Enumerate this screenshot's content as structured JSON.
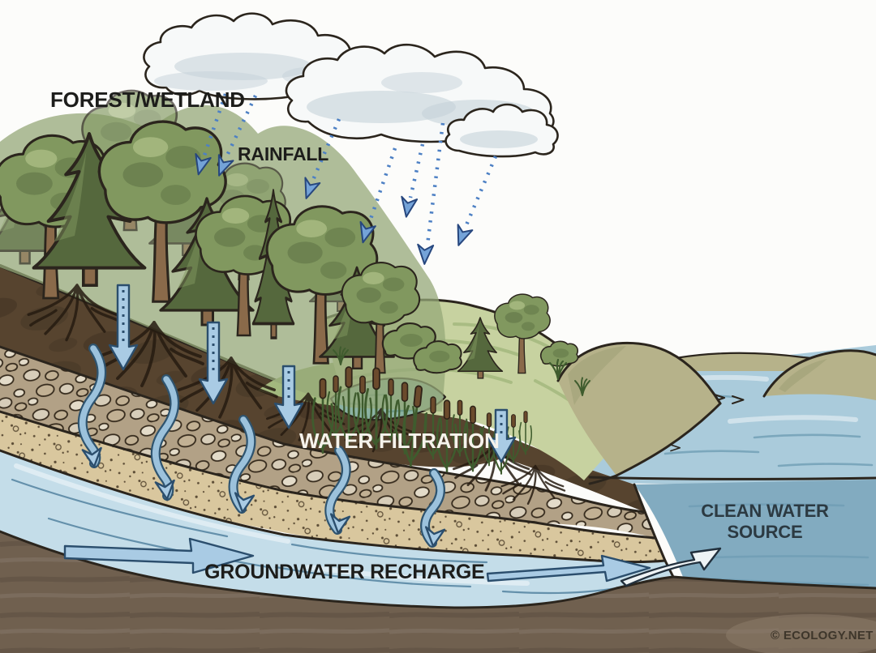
{
  "title": "Forest/Wetland water filtration and groundwater recharge illustration",
  "labels": {
    "forest_wetland": "FOREST/WETLAND",
    "rainfall": "RAINFALL",
    "water_filtration": "WATER FILTRATION",
    "groundwater_recharge": "GROUNDWATER RECHARGE",
    "clean_water_line1": "CLEAN WATER",
    "clean_water_line2": "SOURCE",
    "credit": "© ECOLOGY.NET"
  },
  "scene": {
    "style": "hand-drawn watercolor cross-section",
    "clouds": 3,
    "rainfall_arrow_count": 7,
    "soil_layers": [
      "topsoil with tree roots",
      "gravel",
      "sand",
      "groundwater aquifer",
      "bedrock"
    ],
    "water_bodies": [
      "wetland pond with cattails",
      "lake (clean water source)",
      "groundwater"
    ],
    "flow_sequence": [
      "rainfall",
      "infiltration through forest soil",
      "filtration through gravel and sand",
      "groundwater recharge",
      "flow into clean water source"
    ]
  },
  "palette": {
    "sky": "#fcfcfa",
    "ink": "#2b251d",
    "cloud_fill": "#f7f9f9",
    "cloud_shade": "#c5d2d9",
    "rain": "#4d80c4",
    "rain_head": "#74a3d8",
    "rain_head_stroke": "#27477e",
    "tree_dark": "#55683d",
    "tree_mid": "#81985f",
    "tree_light": "#aabd83",
    "trunk": "#8a6a4a",
    "grass": "#c7d2a0",
    "grass_shade": "#a3b87e",
    "tan_hill": "#b6b28a",
    "tan_hill_shade": "#9fa076",
    "pond": "#8cb3a4",
    "pond_deep": "#6e9a8b",
    "lake": "#aacbdb",
    "lake_deep": "#82abc0",
    "lake_streak": "#6f9db4",
    "topsoil": "#57442f",
    "topsoil_dark": "#46362a",
    "gravel": "#b2a186",
    "pebble_a": "#d7cdb9",
    "pebble_b": "#c2b194",
    "pebble_c": "#e3dbc9",
    "sand": "#d9c79e",
    "grain": "#463723",
    "aquifer": "#c4dde9",
    "aquifer_line": "#4c7d9b",
    "bedrock": "#70604f",
    "bedrock_light": "#8d7c6a",
    "arrow_fill": "#a9cbe4",
    "arrow_stroke": "#2b4e6d",
    "wavy_under": "#2f546f",
    "wavy_over": "#9cc2dc",
    "label_dark": "#1d1d1b",
    "label_light": "#f6f3ec",
    "label_slate": "#2c3a42",
    "credit": "#3e362b"
  }
}
